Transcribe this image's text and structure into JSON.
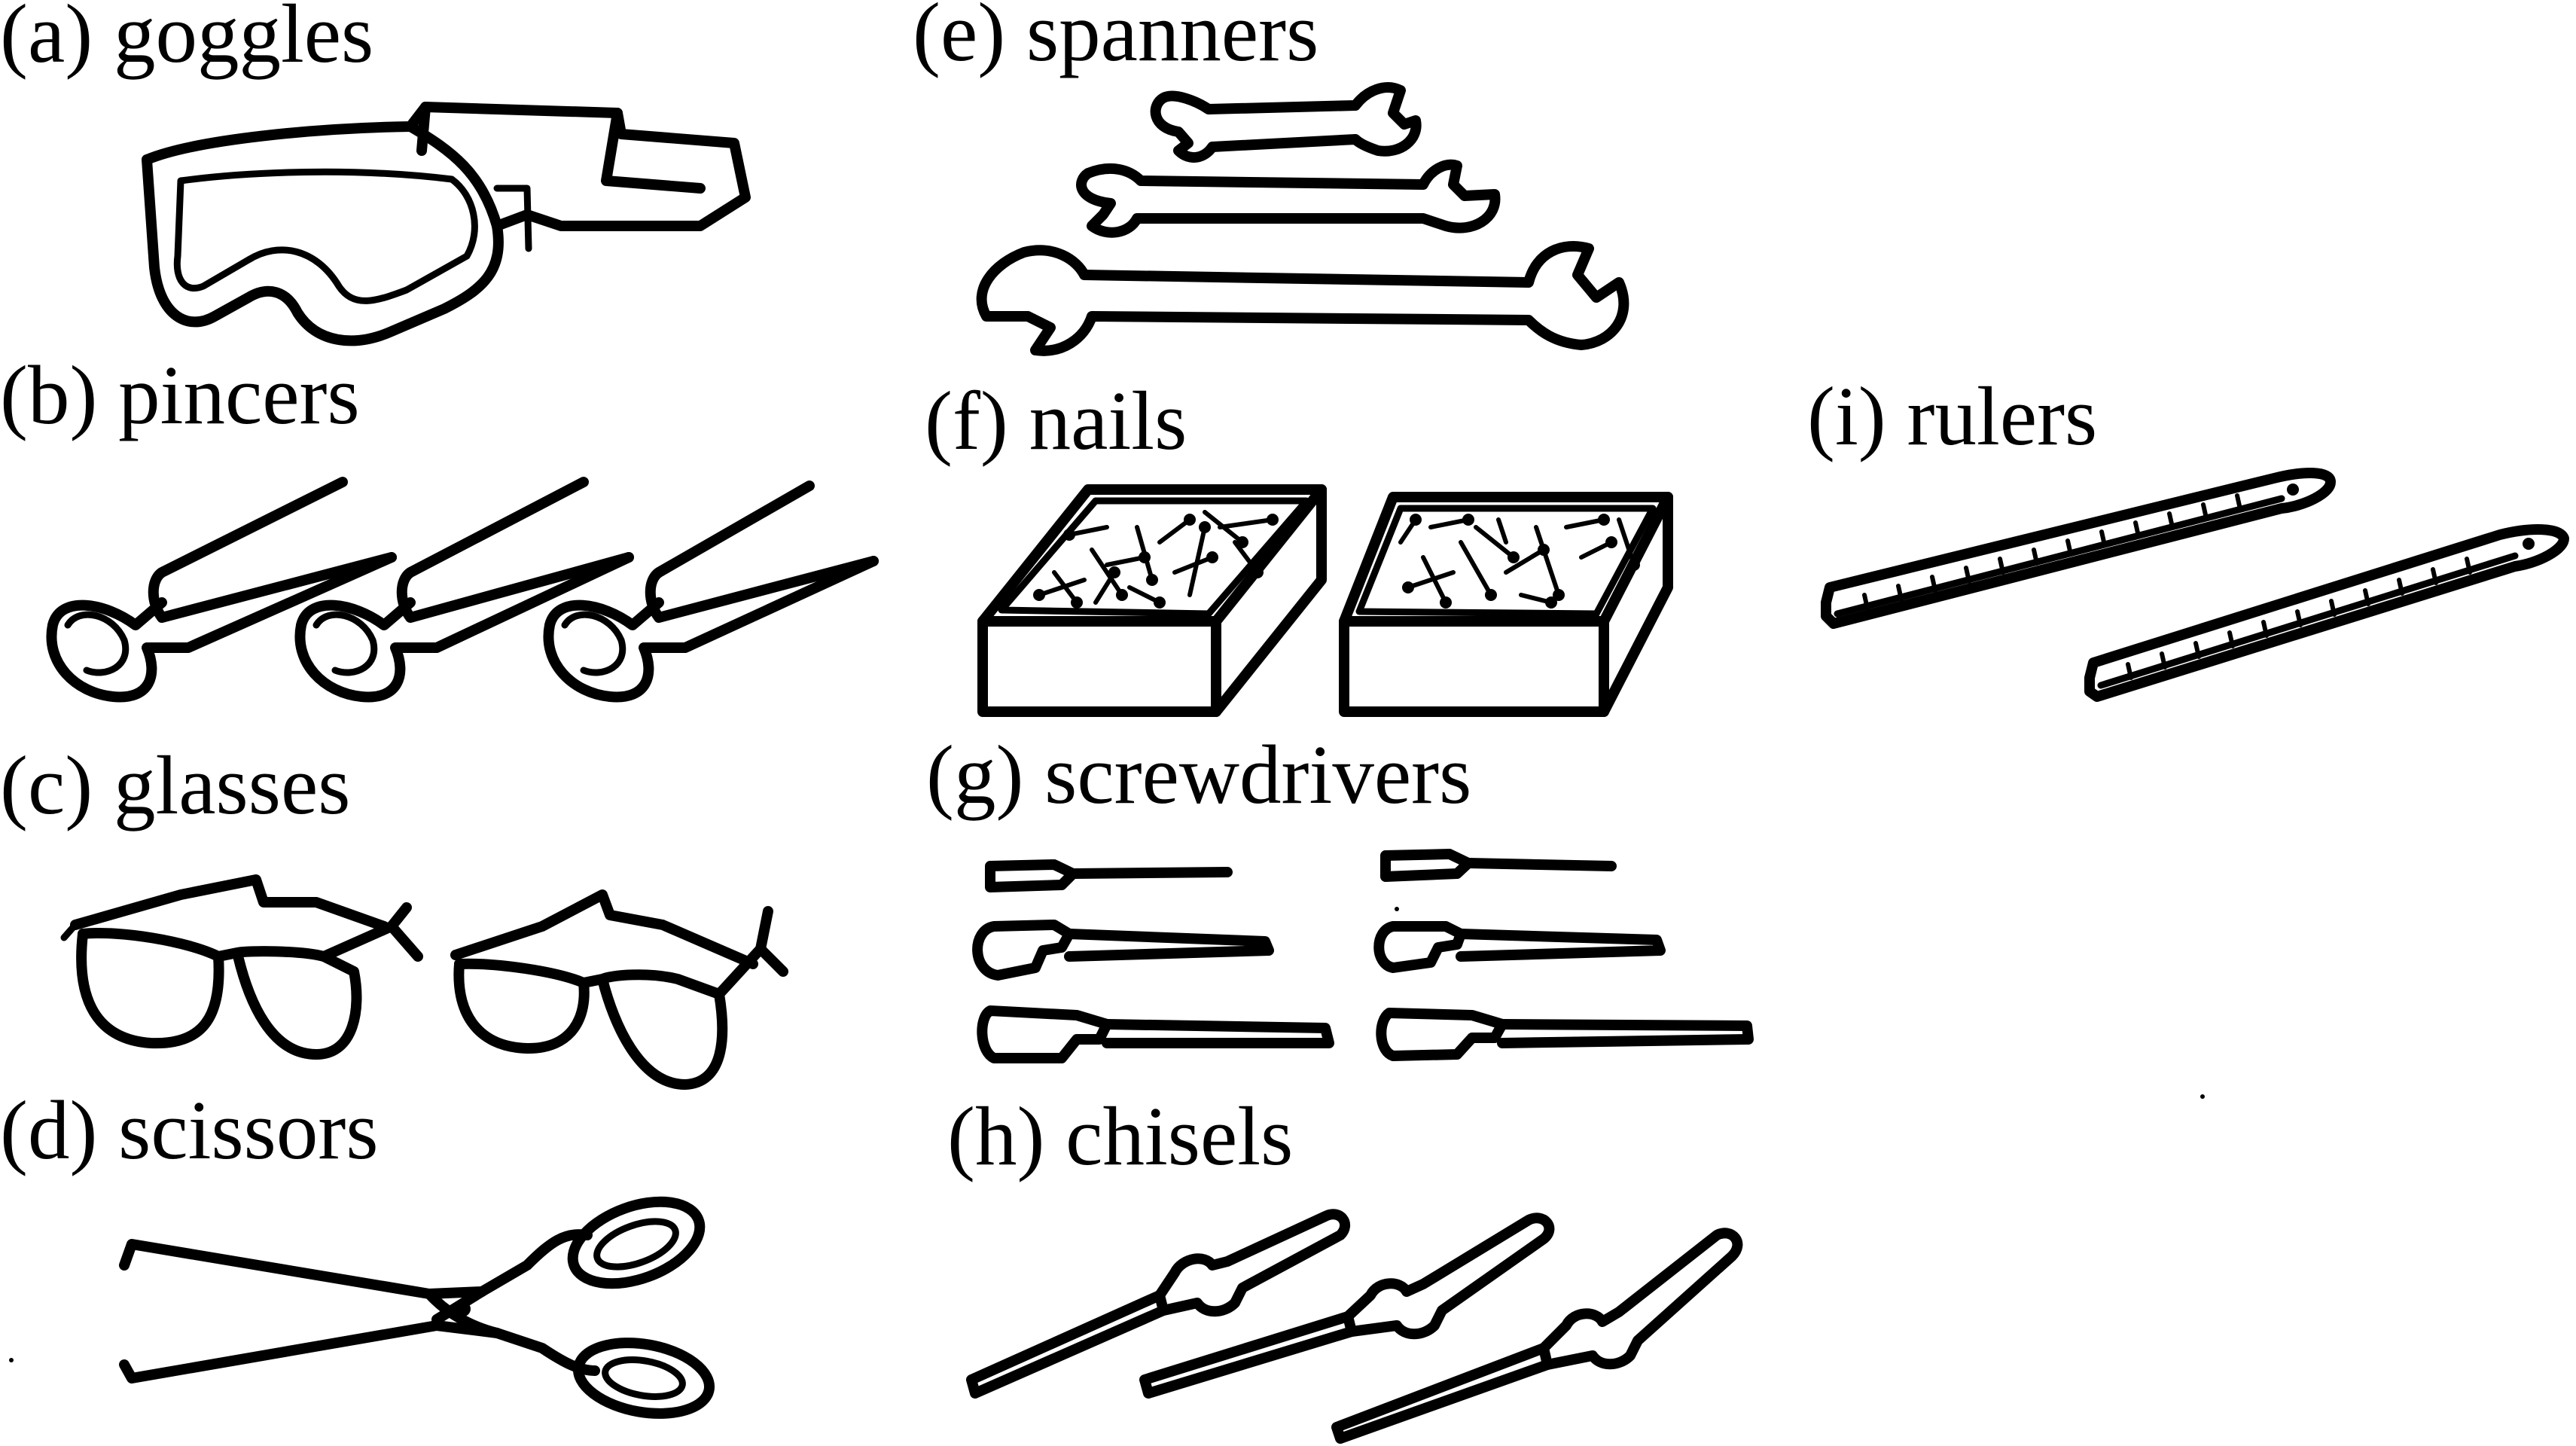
{
  "items": [
    {
      "label": "(a) goggles"
    },
    {
      "label": "(b) pincers"
    },
    {
      "label": "(c) glasses"
    },
    {
      "label": "(d) scissors"
    },
    {
      "label": "(e) spanners"
    },
    {
      "label": "(f) nails"
    },
    {
      "label": "(g) screwdrivers"
    },
    {
      "label": "(h) chisels"
    },
    {
      "label": "(i) rulers"
    }
  ]
}
